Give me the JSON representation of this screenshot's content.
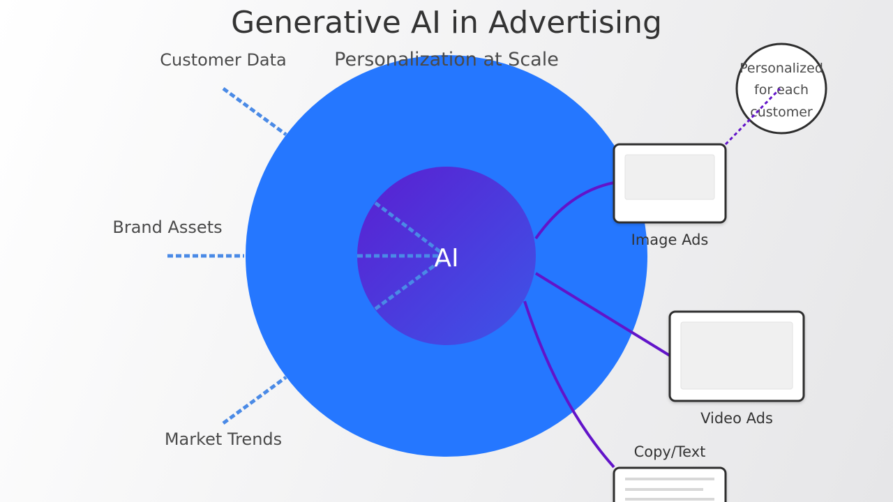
{
  "title": "Generative AI in Advertising",
  "subtitle": "Personalization at Scale",
  "hub": {
    "label": "AI"
  },
  "inputs": [
    {
      "label": "Customer Data"
    },
    {
      "label": "Brand Assets"
    },
    {
      "label": "Market Trends"
    }
  ],
  "outputs": [
    {
      "label": "Image Ads"
    },
    {
      "label": "Video Ads"
    },
    {
      "label": "Copy/Text"
    }
  ],
  "callout": {
    "lines": [
      "Personalized",
      "for each",
      "customer"
    ]
  },
  "colors": {
    "outer_circle": "#2577ff",
    "core_start": "#5a1fd1",
    "core_end": "#3d55e8",
    "input_dash": "#4a8ae6",
    "connector": "#6214c9",
    "title_text": "#333333",
    "label_text": "#4a4a4a",
    "hub_text": "#ffffff",
    "card_border": "#2e2e2e"
  }
}
